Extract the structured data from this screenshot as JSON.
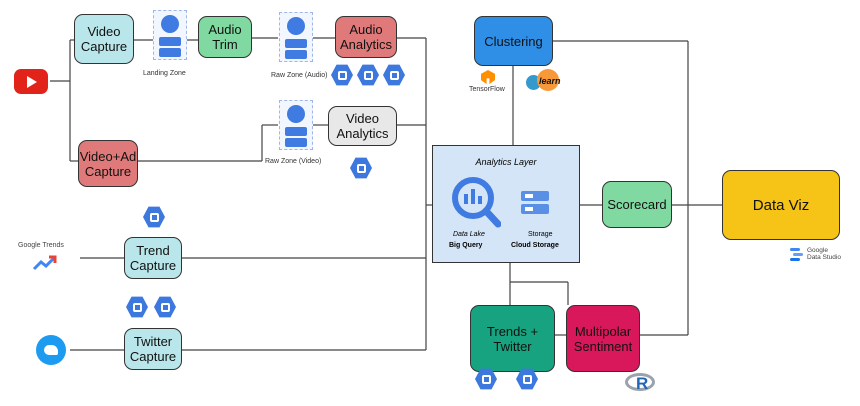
{
  "nodes": {
    "video_capture": "Video\nCapture",
    "audio_trim": "Audio\nTrim",
    "audio_analytics": "Audio\nAnalytics",
    "video_analytics": "Video\nAnalytics",
    "video_ad_capture": "Video+Ad\nCapture",
    "clustering": "Clustering",
    "scorecard": "Scorecard",
    "data_viz": "Data Viz",
    "trend_capture": "Trend\nCapture",
    "twitter_capture": "Twitter\nCapture",
    "trends_twitter": "Trends +\nTwitter",
    "multipolar_sentiment": "Multipolar\nSentiment"
  },
  "zones": {
    "landing": "Landing Zone",
    "raw_audio": "Raw Zone (Audio)",
    "raw_video": "Raw Zone (Video)"
  },
  "analytics_layer": {
    "title": "Analytics Layer",
    "data_lake": "Data Lake",
    "big_query": "Big Query",
    "storage": "Storage",
    "cloud_storage": "Cloud Storage"
  },
  "logos": {
    "tensorflow": "TensorFlow",
    "sklearn": "learn",
    "google_trends": "Google Trends",
    "data_studio": "Google\nData Studio",
    "r": "R"
  },
  "colors": {
    "cyan": "#b9e6ea",
    "green": "#7fd9a0",
    "red": "#e07a7a",
    "gray": "#e8e8e8",
    "blue": "#2f8fe6",
    "dark_green": "#17a37f",
    "magenta": "#d8185a",
    "yellow": "#f6c417",
    "analytics_bg": "#d4e5f7"
  }
}
